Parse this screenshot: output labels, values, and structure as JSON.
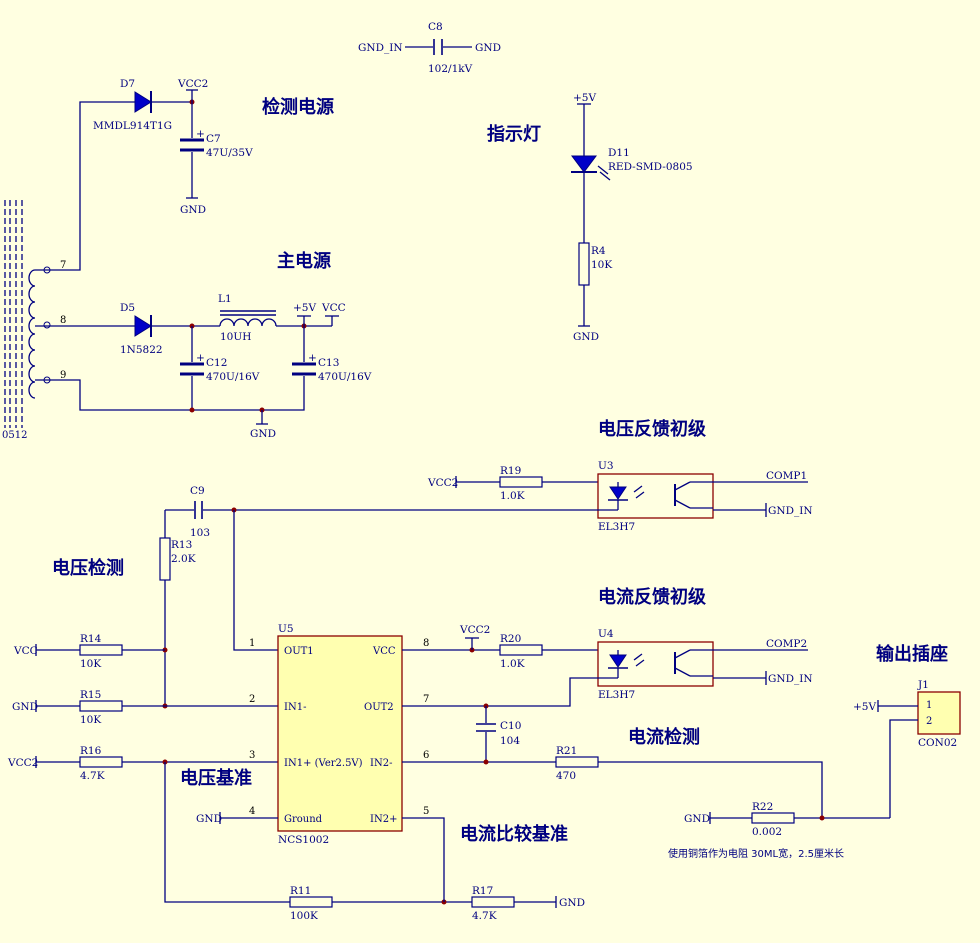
{
  "sections": {
    "detect_power": "检测电源",
    "main_power": "主电源",
    "indicator": "指示灯",
    "vfb_primary": "电压反馈初级",
    "voltage_detect": "电压检测",
    "ifb_primary": "电流反馈初级",
    "output_socket": "输出插座",
    "voltage_ref": "电压基准",
    "current_detect": "电流检测",
    "current_ref": "电流比较基准"
  },
  "note": "使用铜箔作为电阻    30ML宽，2.5厘米长",
  "components": {
    "C8": {
      "ref": "C8",
      "value": "102/1kV"
    },
    "D7": {
      "ref": "D7",
      "value": "MMDL914T1G"
    },
    "C7": {
      "ref": "C7",
      "value": "47U/35V"
    },
    "D11": {
      "ref": "D11",
      "value": "RED-SMD-0805"
    },
    "R4": {
      "ref": "R4",
      "value": "10K"
    },
    "D5": {
      "ref": "D5",
      "value": "1N5822"
    },
    "L1": {
      "ref": "L1",
      "value": "10UH"
    },
    "C12": {
      "ref": "C12",
      "value": "470U/16V"
    },
    "C13": {
      "ref": "C13",
      "value": "470U/16V"
    },
    "R19": {
      "ref": "R19",
      "value": "1.0K"
    },
    "U3": {
      "ref": "U3",
      "value": "EL3H7"
    },
    "C9": {
      "ref": "C9",
      "value": "103"
    },
    "R13": {
      "ref": "R13",
      "value": "2.0K"
    },
    "R14": {
      "ref": "R14",
      "value": "10K"
    },
    "R15": {
      "ref": "R15",
      "value": "10K"
    },
    "R16": {
      "ref": "R16",
      "value": "4.7K"
    },
    "U5": {
      "ref": "U5",
      "value": "NCS1002"
    },
    "R20": {
      "ref": "R20",
      "value": "1.0K"
    },
    "U4": {
      "ref": "U4",
      "value": "EL3H7"
    },
    "C10": {
      "ref": "C10",
      "value": "104"
    },
    "R21": {
      "ref": "R21",
      "value": "470"
    },
    "R22": {
      "ref": "R22",
      "value": "0.002"
    },
    "J1": {
      "ref": "J1",
      "value": "CON02"
    },
    "R11": {
      "ref": "R11",
      "value": "100K"
    },
    "R17": {
      "ref": "R17",
      "value": "4.7K"
    },
    "T1": {
      "value": "0512"
    }
  },
  "u5_pins": {
    "out1": "OUT1",
    "in1m": "IN1-",
    "in1p": "IN1+ (Ver2.5V)",
    "ground": "Ground",
    "vcc": "VCC",
    "out2": "OUT2",
    "in2m": "IN2-",
    "in2p": "IN2+",
    "n1": "1",
    "n2": "2",
    "n3": "3",
    "n4": "4",
    "n5": "5",
    "n6": "6",
    "n7": "7",
    "n8": "8"
  },
  "transformer_pins": {
    "p7": "7",
    "p8": "8",
    "p9": "9"
  },
  "j1_pins": {
    "p1": "1",
    "p2": "2"
  },
  "nets": {
    "gnd": "GND",
    "gnd_in": "GND_IN",
    "vcc": "VCC",
    "vcc2": "VCC2",
    "p5v": "+5V",
    "comp1": "COMP1",
    "comp2": "COMP2"
  }
}
